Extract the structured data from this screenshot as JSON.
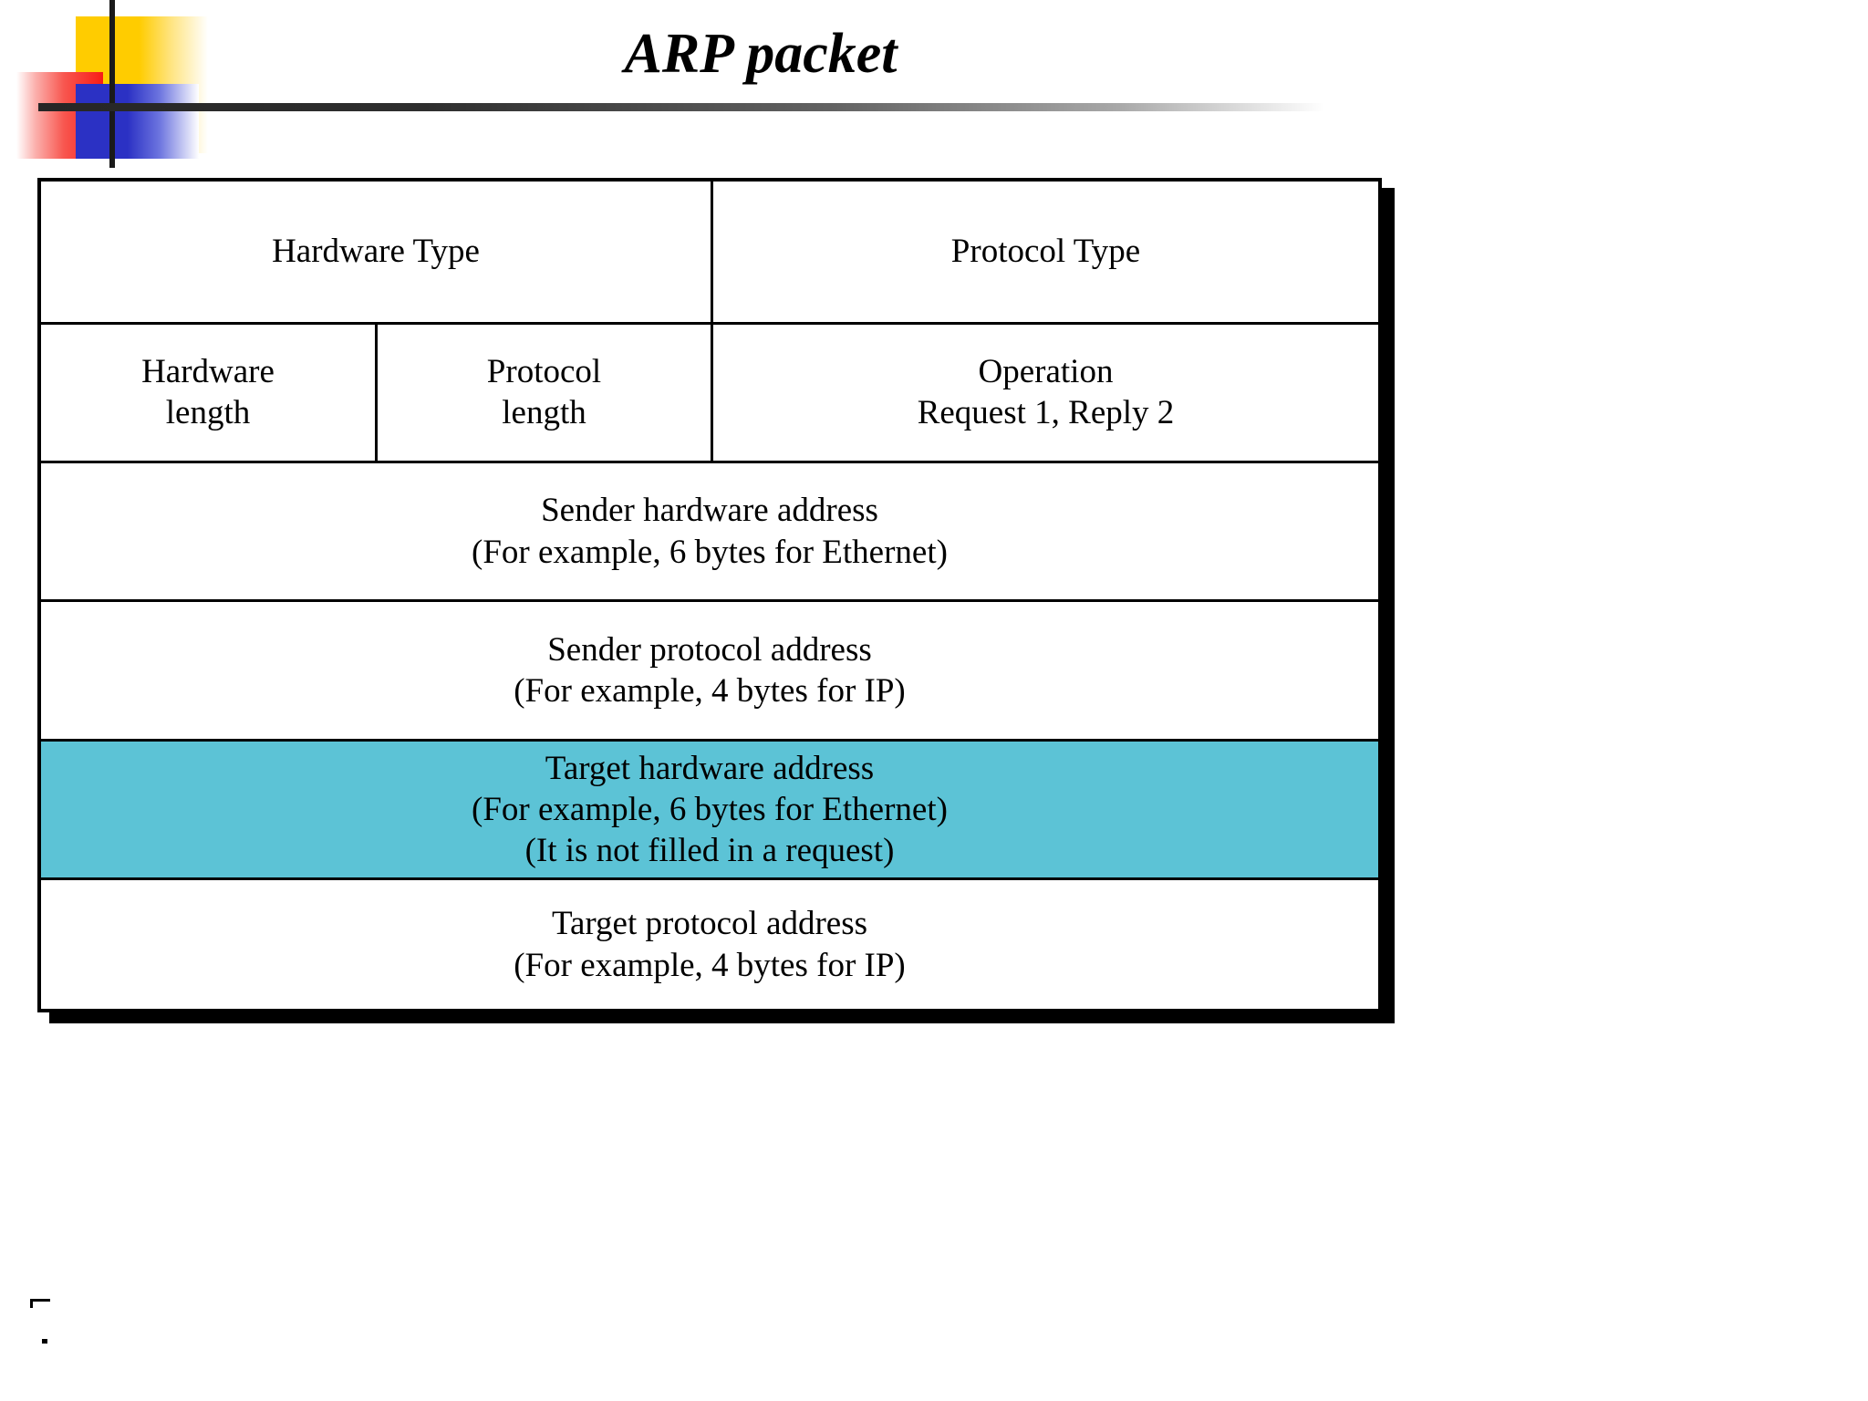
{
  "slide": {
    "title": "ARP packet",
    "background_color": "#FFFFFF"
  },
  "decoration": {
    "name": "corner-logo",
    "yellow": "#FFCC00",
    "red": "#F81B16",
    "blue": "#2B31C4",
    "rule": "#262626"
  },
  "packet": {
    "highlight_color": "#5CC3D6",
    "border_color": "#000000",
    "rows": [
      {
        "id": "row-types",
        "cells": [
          {
            "id": "hardware-type",
            "lines": [
              "Hardware Type"
            ],
            "highlighted": false
          },
          {
            "id": "protocol-type",
            "lines": [
              "Protocol Type"
            ],
            "highlighted": false
          }
        ]
      },
      {
        "id": "row-lengths-operation",
        "cells": [
          {
            "id": "hardware-length",
            "lines": [
              "Hardware",
              "length"
            ],
            "highlighted": false
          },
          {
            "id": "protocol-length",
            "lines": [
              "Protocol",
              "length"
            ],
            "highlighted": false
          },
          {
            "id": "operation",
            "lines": [
              "Operation",
              "Request 1, Reply 2"
            ],
            "highlighted": false
          }
        ]
      },
      {
        "id": "row-sender-hardware-address",
        "cells": [
          {
            "id": "sender-hardware-address",
            "lines": [
              "Sender hardware address",
              "(For example, 6 bytes for Ethernet)"
            ],
            "highlighted": false
          }
        ]
      },
      {
        "id": "row-sender-protocol-address",
        "cells": [
          {
            "id": "sender-protocol-address",
            "lines": [
              "Sender protocol address",
              "(For example, 4 bytes for IP)"
            ],
            "highlighted": false
          }
        ]
      },
      {
        "id": "row-target-hardware-address",
        "cells": [
          {
            "id": "target-hardware-address",
            "lines": [
              "Target hardware address",
              "(For example, 6 bytes for Ethernet)",
              "(It is not filled in a request)"
            ],
            "highlighted": true
          }
        ]
      },
      {
        "id": "row-target-protocol-address",
        "cells": [
          {
            "id": "target-protocol-address",
            "lines": [
              "Target protocol address",
              "(For example, 4 bytes for IP)"
            ],
            "highlighted": false
          }
        ]
      }
    ]
  },
  "cells": {
    "hardware_type_l1": "Hardware Type",
    "protocol_type_l1": "Protocol Type",
    "hardware_length_l1": "Hardware",
    "hardware_length_l2": "length",
    "protocol_length_l1": "Protocol",
    "protocol_length_l2": "length",
    "operation_l1": "Operation",
    "operation_l2": "Request 1, Reply 2",
    "sender_hw_l1": "Sender hardware address",
    "sender_hw_l2": "(For example, 6 bytes for Ethernet)",
    "sender_proto_l1": "Sender protocol address",
    "sender_proto_l2": "(For example, 4 bytes for IP)",
    "target_hw_l1": "Target hardware address",
    "target_hw_l2": "(For example, 6 bytes for Ethernet)",
    "target_hw_l3": "(It is not filled in a request)",
    "target_proto_l1": "Target protocol address",
    "target_proto_l2": "(For example, 4 bytes for IP)"
  }
}
